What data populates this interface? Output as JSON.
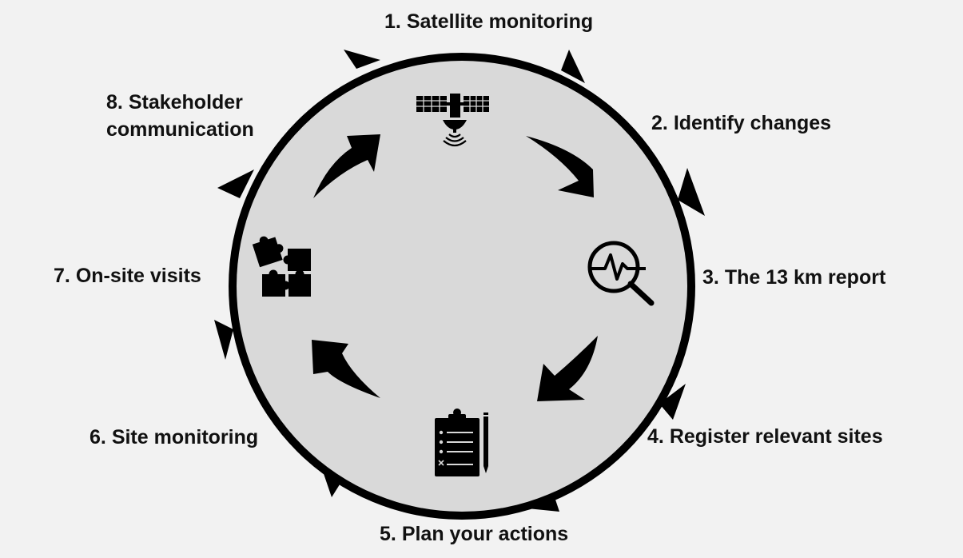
{
  "steps": [
    {
      "number": "1.",
      "label": "Satellite monitoring",
      "icon": "satellite-icon"
    },
    {
      "number": "2.",
      "label": "Identify changes",
      "icon": "curved-arrow-icon"
    },
    {
      "number": "3.",
      "label": "The 13 km report",
      "icon": "magnifier-pulse-icon"
    },
    {
      "number": "4.",
      "label": "Register relevant sites",
      "icon": "curved-arrow-icon"
    },
    {
      "number": "5.",
      "label": "Plan your actions",
      "icon": "clipboard-checklist-icon"
    },
    {
      "number": "6.",
      "label": "Site monitoring",
      "icon": "curved-arrow-icon"
    },
    {
      "number": "7.",
      "label": "On-site visits",
      "icon": "puzzle-icon"
    },
    {
      "number": "8.",
      "label": "Stakeholder communication",
      "icon": "curved-arrow-icon"
    }
  ],
  "colors": {
    "background": "#f2f2f2",
    "circle_fill": "#d9d9d9",
    "ink": "#000000"
  }
}
